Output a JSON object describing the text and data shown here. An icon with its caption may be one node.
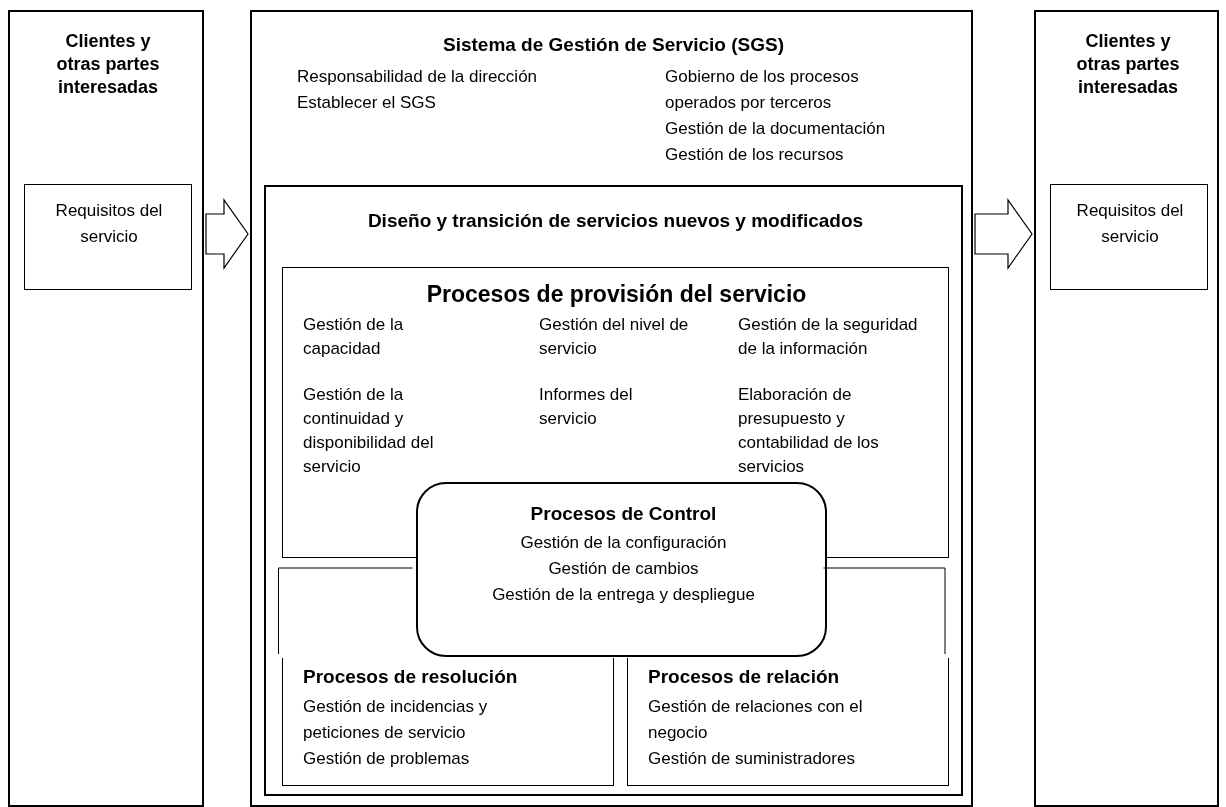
{
  "diagram": {
    "nodes": [
      {
        "text": [
          "Clientes y otras partes interesadas"
        ]
      },
      {
        "text": [
          "Requisitos del servicio"
        ],
        "in": 0
      },
      {
        "text": [
          "Sistema de Gestión de Servicio (SGS)",
          "Responsabilidad de la dirección",
          "Establecer el SGS",
          "Gobierno de los procesos operados por terceros",
          "Gestión de la documentación",
          "Gestión de los recursos"
        ]
      },
      {
        "text": [
          "Diseño y transición de servicios nuevos y modificados"
        ],
        "in": 2
      },
      {
        "text": [
          "Procesos de provisión del servicio",
          "Gestión de la capacidad",
          "Gestión del nivel de servicio",
          "Gestión de la seguridad de la información",
          "Gestión de la continuidad y disponibilidad del servicio",
          "Informes del servicio",
          "Elaboración de presupuesto y contabilidad de los servicios"
        ],
        "in": 3
      },
      {
        "text": [
          "Procesos de Control",
          "Gestión de la configuración",
          "Gestión de cambios",
          "Gestión de la entrega y despliegue"
        ],
        "in": 3
      },
      {
        "text": [
          "Procesos de resolución",
          "Gestión de incidencias y peticiones de servicio",
          "Gestión de problemas"
        ],
        "in": 3
      },
      {
        "text": [
          "Procesos de relación",
          "Gestión de relaciones con el negocio",
          "Gestión de suministradores"
        ],
        "in": 3
      },
      {
        "text": [
          "Clientes y otras partes interesadas"
        ]
      },
      {
        "text": [
          "Requisitos del servicio"
        ],
        "in": 8
      }
    ],
    "edges": [
      {
        "from": 0,
        "to": 2,
        "arrow": "to"
      },
      {
        "from": 2,
        "to": 8,
        "arrow": "to"
      }
    ]
  }
}
